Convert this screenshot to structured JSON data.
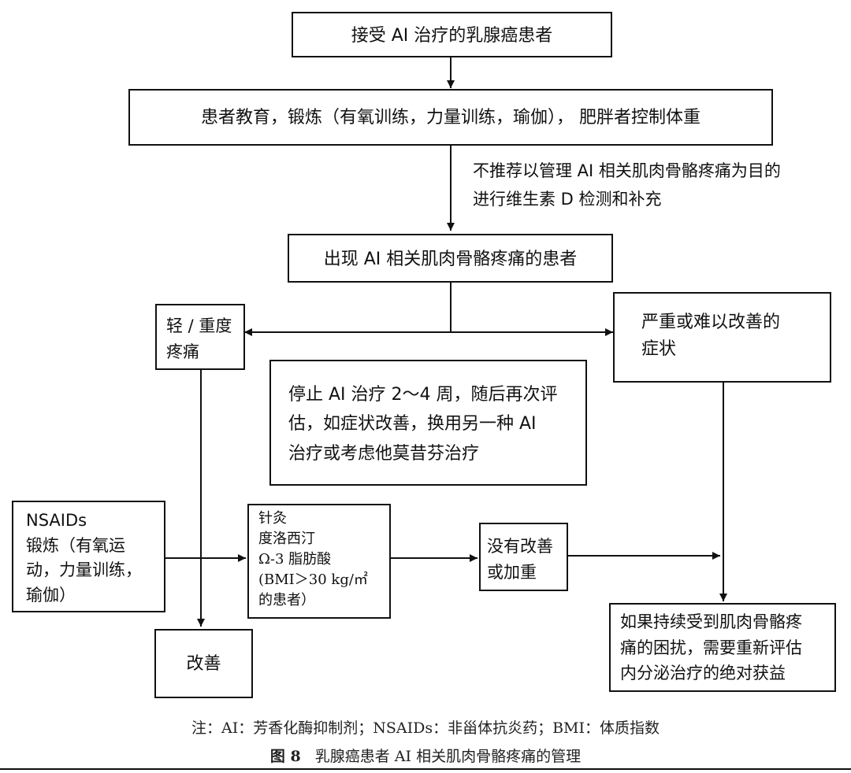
{
  "boxes": {
    "patients": "接受 AI 治疗的乳腺癌患者",
    "education": "患者教育，锻炼（有氧训练，力量训练，瑜伽），  肥胖者控制体重",
    "pain_onset": "出现 AI 相关肌肉骨骼疼痛的患者",
    "mild_moderate": "轻 / 重度\n疼痛",
    "severe": "严重或难以改善的\n症状",
    "stop_ai": "停止 AI 治疗 2～4 周，随后再次评\n估，如症状改善，换用另一种 AI\n治疗或考虑他莫昔芬治疗",
    "nsaids": "NSAIDs\n锻炼（有氧运\n动，力量训练，\n瑜伽）",
    "acupuncture": "针灸\n度洛西汀\nΩ-3 脂肪酸\n(BMI＞30 kg/㎡\n的患者）",
    "no_improve": "没有改善\n或加重",
    "improve": "改善",
    "reassess": "如果持续受到肌肉骨骼疼\n痛的困扰，需要重新评估\n内分泌治疗的绝对获益"
  },
  "vitamin_d_note": "不推荐以管理 AI 相关肌肉骨骼疼痛为目的\n进行维生素 D 检测和补充",
  "footnote": "注：AI：芳香化酶抑制剂；NSAIDs：非甾体抗炎药；BMI：体质指数",
  "figure": {
    "number": "图 8",
    "title": "乳腺癌患者 AI 相关肌肉骨骼疼痛的管理"
  }
}
